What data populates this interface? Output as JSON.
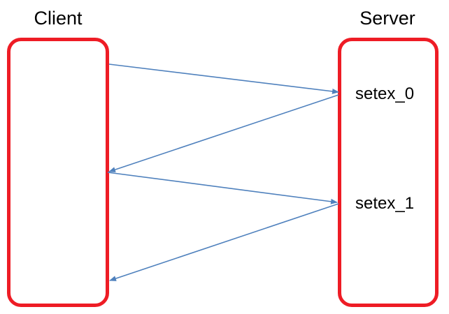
{
  "diagram": {
    "client_title": "Client",
    "server_title": "Server",
    "server_states": [
      "setex_0",
      "setex_1"
    ],
    "colors": {
      "box_border": "#ee1c25",
      "arrow": "#4f81bd",
      "text": "#000000",
      "background": "#ffffff"
    },
    "messages": [
      {
        "from": "Client",
        "to": "Server"
      },
      {
        "from": "Server",
        "to": "Client"
      },
      {
        "from": "Client",
        "to": "Server"
      },
      {
        "from": "Server",
        "to": "Client"
      }
    ]
  }
}
